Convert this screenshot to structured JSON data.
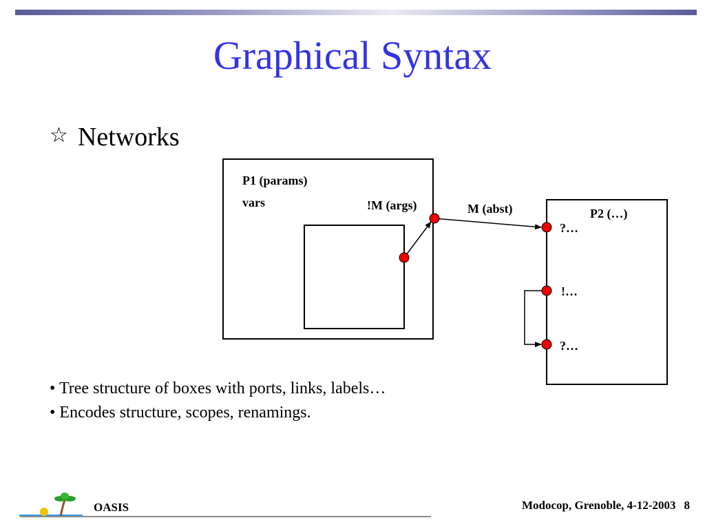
{
  "slide": {
    "title": "Graphical Syntax",
    "bullet_heading": "Networks",
    "bullet_icon": "star-outline-icon",
    "accent_color": "#3333e6",
    "port_color": "#ee0000"
  },
  "diagram": {
    "p1_label": "P1 (params)",
    "p1_vars": "vars",
    "port_out_label": "!M (args)",
    "link_label": "M (abst)",
    "p2_label": "P2 (…)",
    "p2_port1": "?…",
    "p2_port2": "!…",
    "p2_port3": "?…"
  },
  "body": {
    "line1": "• Tree structure of boxes with ports, links, labels…",
    "line2": "• Encodes structure, scopes, renamings."
  },
  "footer": {
    "org": "OASIS",
    "event": "Modocop, Grenoble, 4-12-2003",
    "page": "8"
  }
}
